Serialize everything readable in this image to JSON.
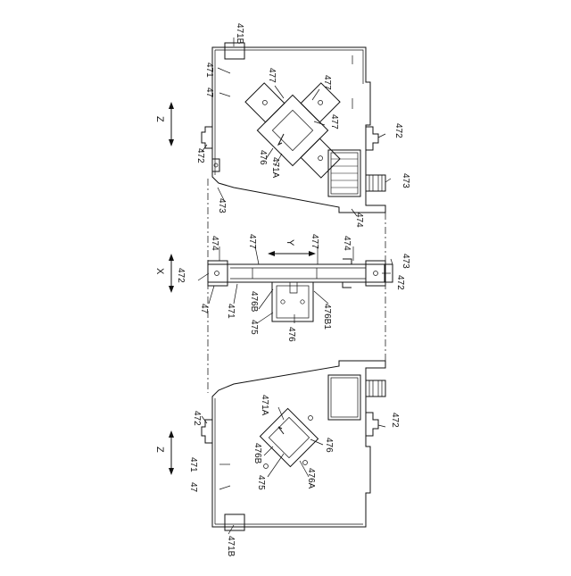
{
  "labels": {
    "l471B": "471B",
    "l471": "471",
    "l47": "47",
    "l472": "472",
    "l473": "473",
    "l474": "474",
    "l475": "475",
    "l476": "476",
    "l476A": "476A",
    "l476B": "476B",
    "l476B1": "476B1",
    "l477": "477",
    "l471A": "471A",
    "axisX": "X",
    "axisY": "Y",
    "axisZ": "Z"
  }
}
